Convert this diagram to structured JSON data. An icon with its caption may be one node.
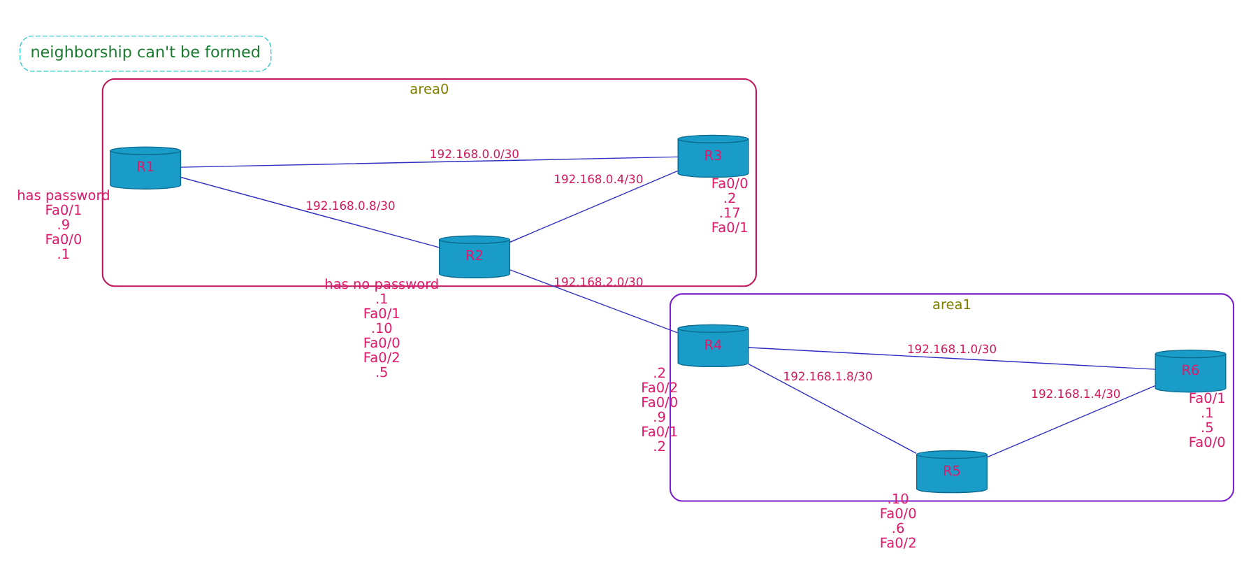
{
  "diagram": {
    "nodes": [
      {
        "text": [
          "area0"
        ]
      },
      {
        "text": [
          "R1"
        ],
        "in": 0,
        "beside": [
          "has password",
          "Fa0/1",
          ".9",
          "Fa0/0",
          ".1"
        ]
      },
      {
        "text": [
          "R2"
        ],
        "in": 0,
        "beside": [
          "has no password",
          ".1",
          "Fa0/1",
          ".10",
          "Fa0/0",
          "Fa0/2",
          ".5"
        ]
      },
      {
        "text": [
          "R3"
        ],
        "in": 0,
        "beside": [
          "Fa0/0",
          ".2",
          ".17",
          "Fa0/1"
        ]
      },
      {
        "text": [
          "neighborship can't be formed"
        ]
      },
      {
        "text": [
          "area1"
        ]
      },
      {
        "text": [
          "R4"
        ],
        "in": 5,
        "beside": [
          ".2",
          "Fa0/2",
          "Fa0/0",
          ".9",
          "Fa0/1",
          ".2"
        ]
      },
      {
        "text": [
          "R5"
        ],
        "in": 5,
        "beside": [
          ".10",
          "Fa0/0",
          ".6",
          "Fa0/2"
        ]
      },
      {
        "text": [
          "R6"
        ],
        "in": 5,
        "beside": [
          "Fa0/1",
          ".1",
          ".5",
          "Fa0/0"
        ]
      }
    ],
    "edges": [
      {
        "from": 1,
        "to": 2,
        "arrow": "none",
        "label": "192.168.0.8/30"
      },
      {
        "from": 1,
        "to": 3,
        "arrow": "none",
        "label": "192.168.0.0/30"
      },
      {
        "from": 2,
        "to": 3,
        "arrow": "none",
        "label": "192.168.0.4/30"
      },
      {
        "from": 2,
        "to": 6,
        "arrow": "none",
        "label": "192.168.2.0/30"
      },
      {
        "from": 6,
        "to": 7,
        "arrow": "none",
        "label": "192.168.1.8/30"
      },
      {
        "from": 6,
        "to": 8,
        "arrow": "none",
        "label": "192.168.1.0/30"
      },
      {
        "from": 7,
        "to": 8,
        "arrow": "none",
        "label": "192.168.1.4/30"
      }
    ]
  }
}
